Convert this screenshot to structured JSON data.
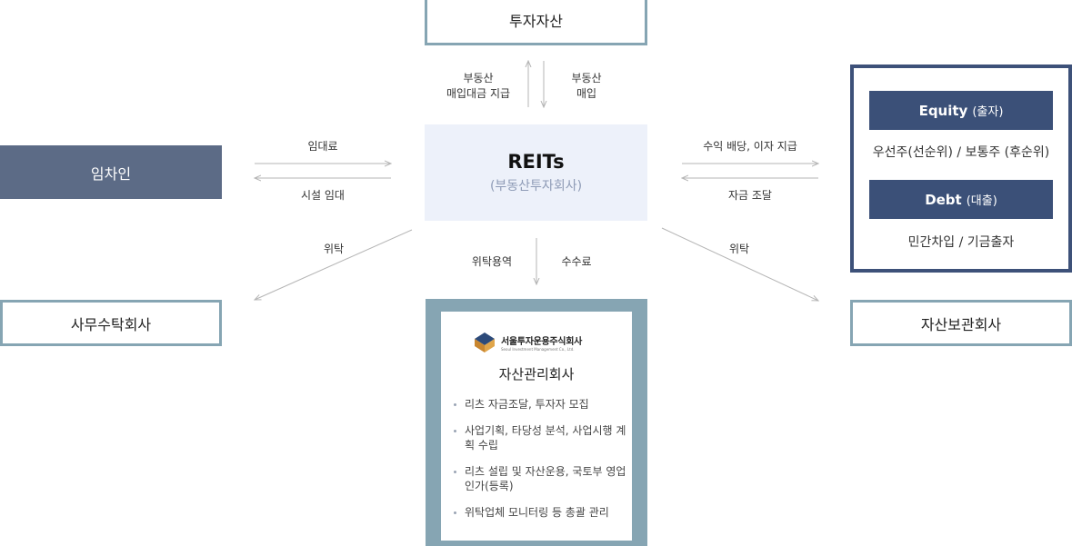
{
  "nodes": {
    "asset": "투자자산",
    "tenant": "임차인",
    "reits_title": "REITs",
    "reits_sub": "(부동산투자회사)",
    "office": "사무수탁회사",
    "custody": "자산보관회사",
    "manager_title": "자산관리회사"
  },
  "funding": {
    "equity_label": "Equity",
    "equity_ko": "(출자)",
    "equity_desc": "우선주(선순위) / 보통주 (후순위)",
    "debt_label": "Debt",
    "debt_ko": "(대출)",
    "debt_desc": "민간차입 / 기금출자"
  },
  "logo": {
    "name_ko": "서울투자운용주식회사",
    "name_en": "Seoul Investment Management Co., Ltd."
  },
  "manager_duties": [
    "리츠 자금조달, 투자자 모집",
    "사업기획, 타당성 분석, 사업시행 계획 수립",
    "리츠 설립 및 자산운용, 국토부 영업인가(등록)",
    "위탁업체 모니터링 등 총괄 관리"
  ],
  "labels": {
    "up_left_1": "부동산",
    "up_left_2": "매입대금 지급",
    "down_right_1": "부동산",
    "down_right_2": "매입",
    "rent": "임대료",
    "lease": "시설 임대",
    "dividend": "수익 배당, 이자 지급",
    "raise": "자금 조달",
    "consign_left": "위탁",
    "consign_right": "위탁",
    "service": "위탁용역",
    "fee": "수수료"
  },
  "colors": {
    "tenant_fill": "#5c6b86",
    "reits_fill": "#edf1fa",
    "outline": "#86a5b3",
    "funding_border": "#3d5179",
    "funding_bar": "#3b5078",
    "arrow": "#b5b5b5"
  }
}
